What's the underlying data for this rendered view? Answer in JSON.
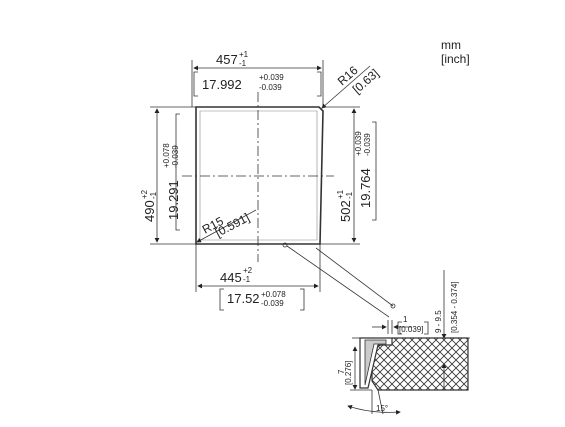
{
  "units": {
    "primary": "mm",
    "secondary": "[inch]"
  },
  "dims": {
    "top_width": {
      "mm": "457",
      "tol_plus": "+1",
      "tol_minus": "-1",
      "inch": "17.992",
      "inch_plus": "+0.039",
      "inch_minus": "-0.039"
    },
    "bottom_width": {
      "mm": "445",
      "tol_plus": "+2",
      "tol_minus": "-1",
      "inch": "17.52",
      "inch_plus": "+0.078",
      "inch_minus": "-0.039"
    },
    "left_height": {
      "mm": "490",
      "tol_plus": "+2",
      "tol_minus": "-1",
      "inch": "19.291",
      "inch_plus": "+0.078",
      "inch_minus": "-0.039"
    },
    "right_height": {
      "mm": "502",
      "tol_plus": "+1",
      "tol_minus": "-1",
      "inch": "19.764",
      "inch_plus": "+0.039",
      "inch_minus": "-0.039"
    },
    "radius_top": {
      "mm": "R16",
      "inch": "[0.63]"
    },
    "radius_bottom": {
      "mm": "R15",
      "inch": "[0.591]"
    }
  },
  "detail": {
    "thickness": {
      "mm": "9 - 9.5",
      "inch": "[0.354 - 0.374]"
    },
    "offset": {
      "mm": "1",
      "inch": "[0.039]"
    },
    "depth": {
      "mm": "7",
      "inch": "[0.276]"
    },
    "angle": "15°"
  }
}
